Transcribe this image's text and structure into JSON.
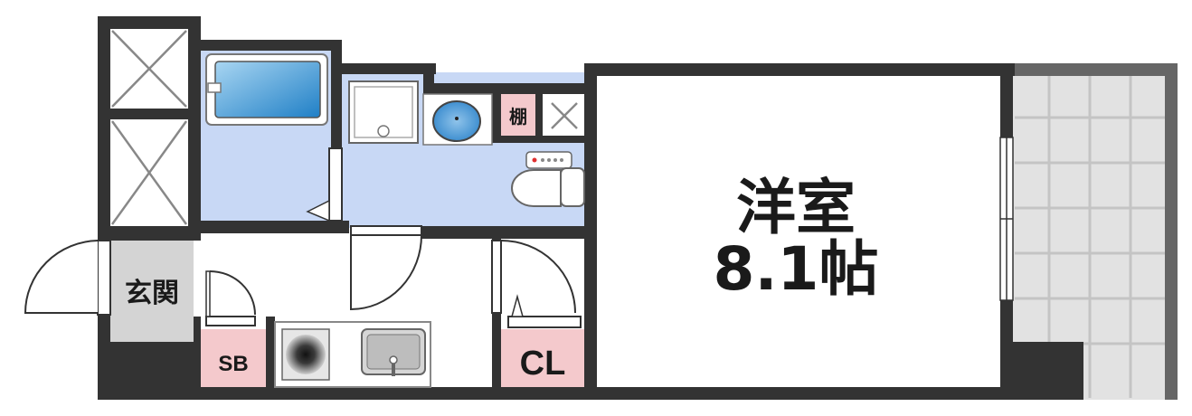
{
  "rooms": {
    "western_room_name": "洋室",
    "western_room_size": "8.1帖",
    "entrance": "玄関",
    "shoe_box": "SB",
    "closet": "CL",
    "shelf": "棚"
  },
  "colors": {
    "wall": "#333333",
    "wet_area": "#c8d8f5",
    "entrance_floor": "#d4d4d4",
    "storage": "#f4c9cc",
    "balcony": "#e0e0e0",
    "bathtub": "#4a9fd8"
  }
}
